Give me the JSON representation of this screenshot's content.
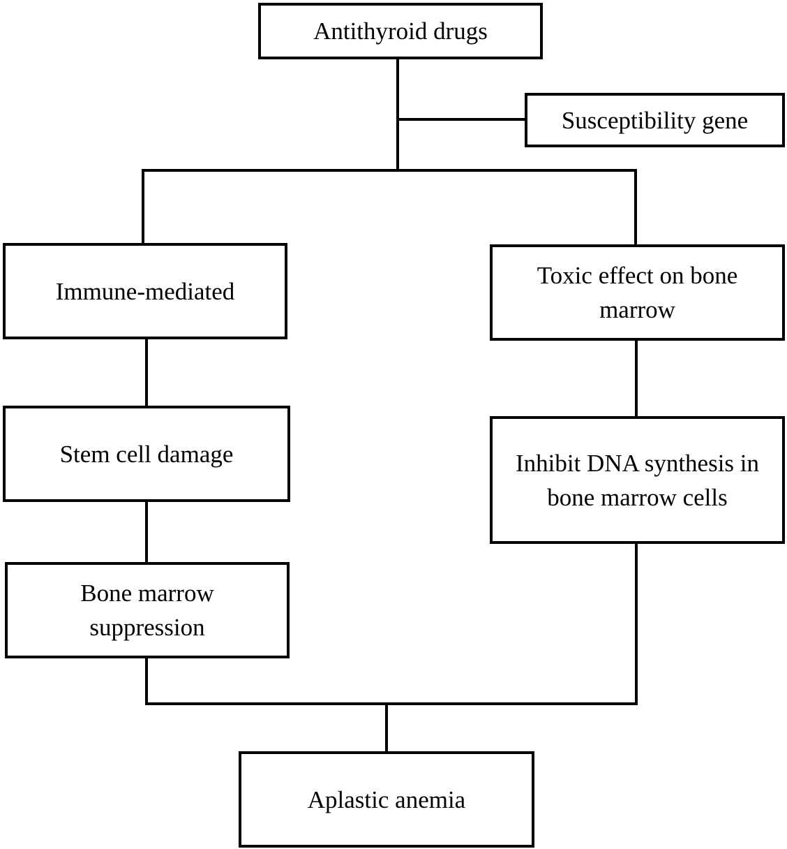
{
  "nodes": {
    "antithyroid_drugs": "Antithyroid drugs",
    "susceptibility_gene": "Susceptibility gene",
    "immune_mediated": "Immune-mediated",
    "toxic_effect": "Toxic effect on bone marrow",
    "stem_cell_damage": "Stem cell damage",
    "inhibit_dna": "Inhibit DNA synthesis in bone marrow cells",
    "bone_marrow_suppression": "Bone marrow suppression",
    "aplastic_anemia": "Aplastic anemia"
  },
  "colors": {
    "line": "#000000",
    "box_border": "#000000",
    "background": "#ffffff"
  }
}
